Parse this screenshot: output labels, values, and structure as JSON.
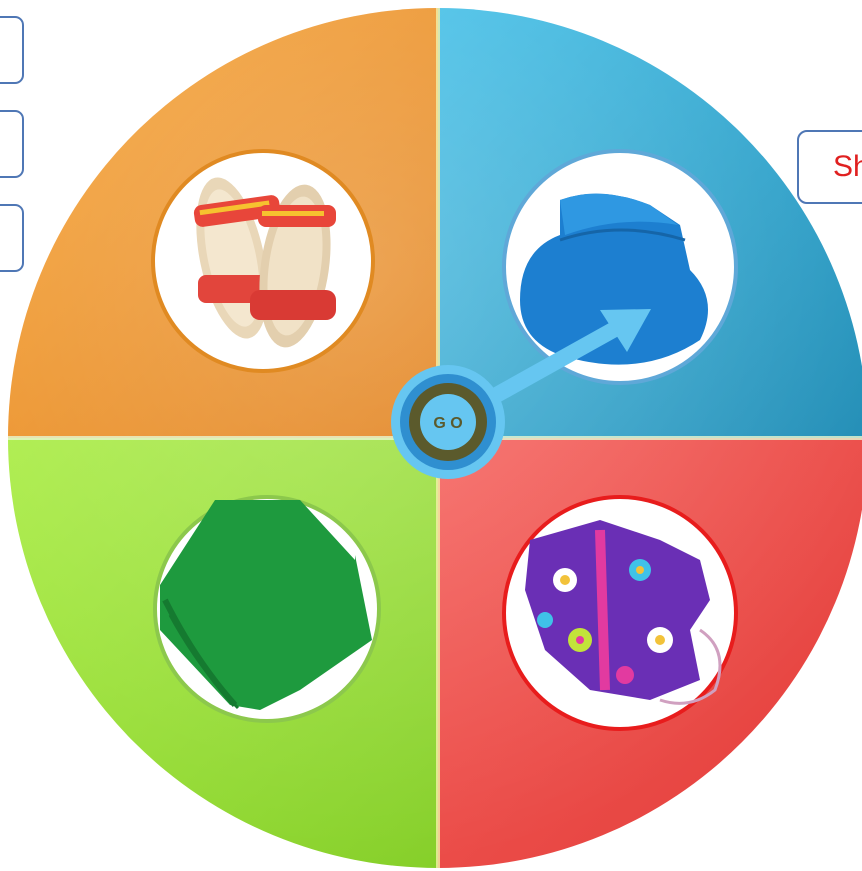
{
  "labels": {
    "side_label": "Sh",
    "go_button": "G O"
  },
  "colors": {
    "orange": "#f2911f",
    "blue": "#2ea8d0",
    "green": "#9de33a",
    "red": "#f0504c",
    "pointer": "#66c6f1",
    "hub_ring": "#2f8fd0",
    "hub_center": "#5b5a2c",
    "box_border": "#4f77b5"
  },
  "segments": [
    {
      "name": "orange-segment",
      "item": "sandals",
      "icon": "sandals-icon"
    },
    {
      "name": "blue-segment",
      "item": "sun hat",
      "icon": "sun-hat-icon"
    },
    {
      "name": "green-segment",
      "item": "shorts",
      "icon": "shorts-icon"
    },
    {
      "name": "red-segment",
      "item": "swimsuit",
      "icon": "swimsuit-icon"
    }
  ]
}
